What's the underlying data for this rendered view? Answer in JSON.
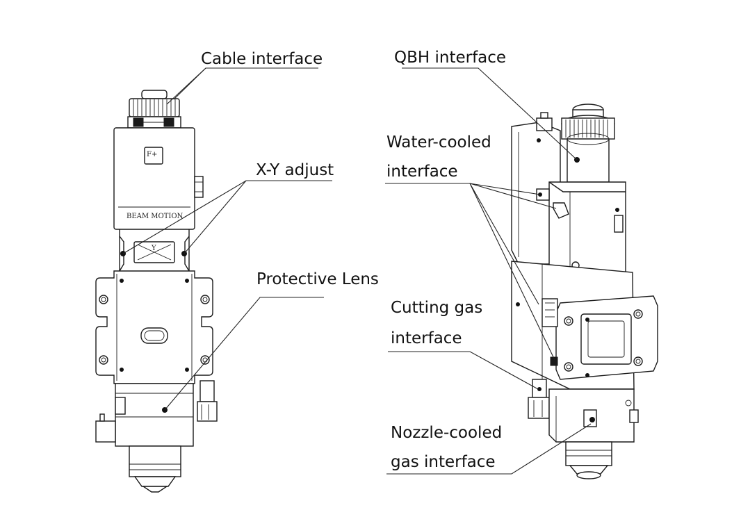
{
  "labels": {
    "cable_interface": "Cable interface",
    "xy_adjust": "X-Y adjust",
    "protective_lens": "Protective Lens",
    "qbh_interface": "QBH interface",
    "water_cooled_line1": "Water-cooled",
    "water_cooled_line2": "interface",
    "cutting_gas_line1": "Cutting gas",
    "cutting_gas_line2": "interface",
    "nozzle_cooled_line1": "Nozzle-cooled",
    "nozzle_cooled_line2": "gas interface"
  },
  "device_markings": {
    "brand_text": "BEAM MOTION",
    "panel_badge": "F+",
    "adjust_plate_letter": "Y"
  },
  "colors": {
    "line": "#1a1a1a",
    "background": "#ffffff",
    "text": "#111111"
  }
}
